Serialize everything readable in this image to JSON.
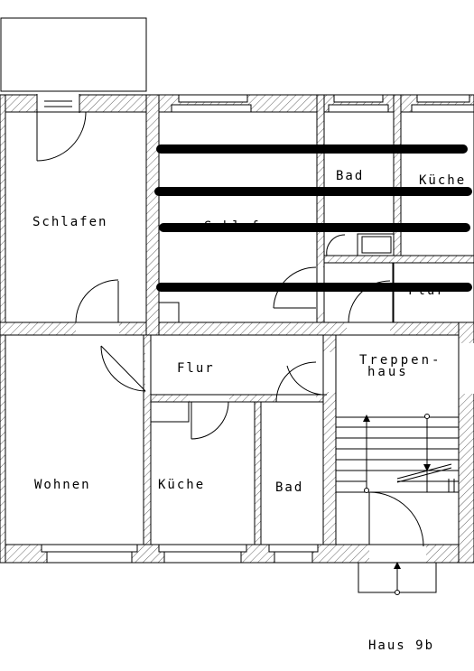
{
  "rooms": {
    "schlafen_left": "Schlafen",
    "schlafen_center": "Schlafen",
    "bad_top": "Bad",
    "kueche_top": "Küche",
    "flur_top_right": "Flur",
    "flur_center": "Flur",
    "treppenhaus_line1": "Treppen-",
    "treppenhaus_line2": "haus",
    "wohnen": "Wohnen",
    "kueche_bottom": "Küche",
    "bad_bottom": "Bad"
  },
  "caption": "Haus 9b",
  "colors": {
    "line": "#000000",
    "background": "#ffffff",
    "redaction": "#000000"
  }
}
